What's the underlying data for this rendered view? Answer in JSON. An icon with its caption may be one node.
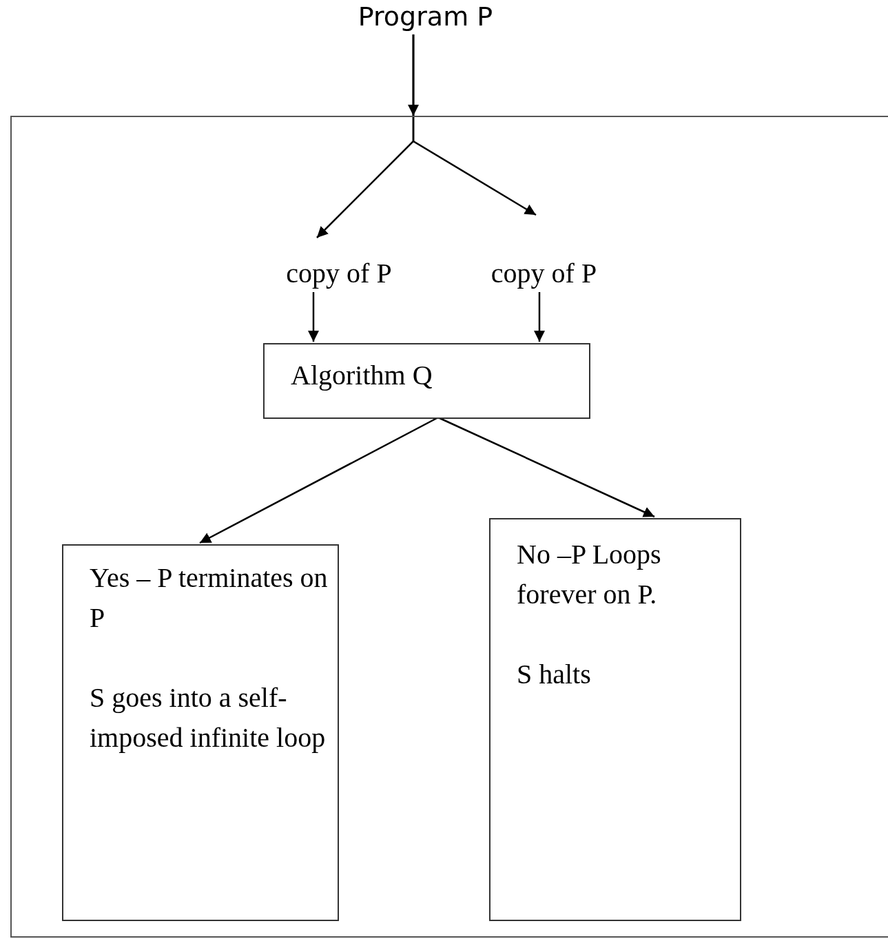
{
  "diagram": {
    "nodes": [
      {
        "text": [
          "Program P"
        ]
      },
      {
        "text": [],
        "shape": "box"
      },
      {
        "text": [
          "copy of P"
        ],
        "in": 1
      },
      {
        "text": [
          "copy of P"
        ],
        "in": 1
      },
      {
        "text": [
          "Algorithm Q"
        ],
        "in": 1
      },
      {
        "text": [
          "Yes – P terminates on P",
          "S goes into a self-imposed infinite loop"
        ],
        "in": 1
      },
      {
        "text": [
          "No –P Loops forever on P.",
          "S halts"
        ],
        "in": 1
      }
    ],
    "edges": [
      {
        "from": 0,
        "to": 2,
        "arrow": "to"
      },
      {
        "from": 0,
        "to": 3,
        "arrow": "to"
      },
      {
        "from": 2,
        "to": 4,
        "arrow": "to"
      },
      {
        "from": 3,
        "to": 4,
        "arrow": "to"
      },
      {
        "from": 4,
        "to": 5,
        "arrow": "to"
      },
      {
        "from": 4,
        "to": 6,
        "arrow": "to"
      }
    ]
  }
}
